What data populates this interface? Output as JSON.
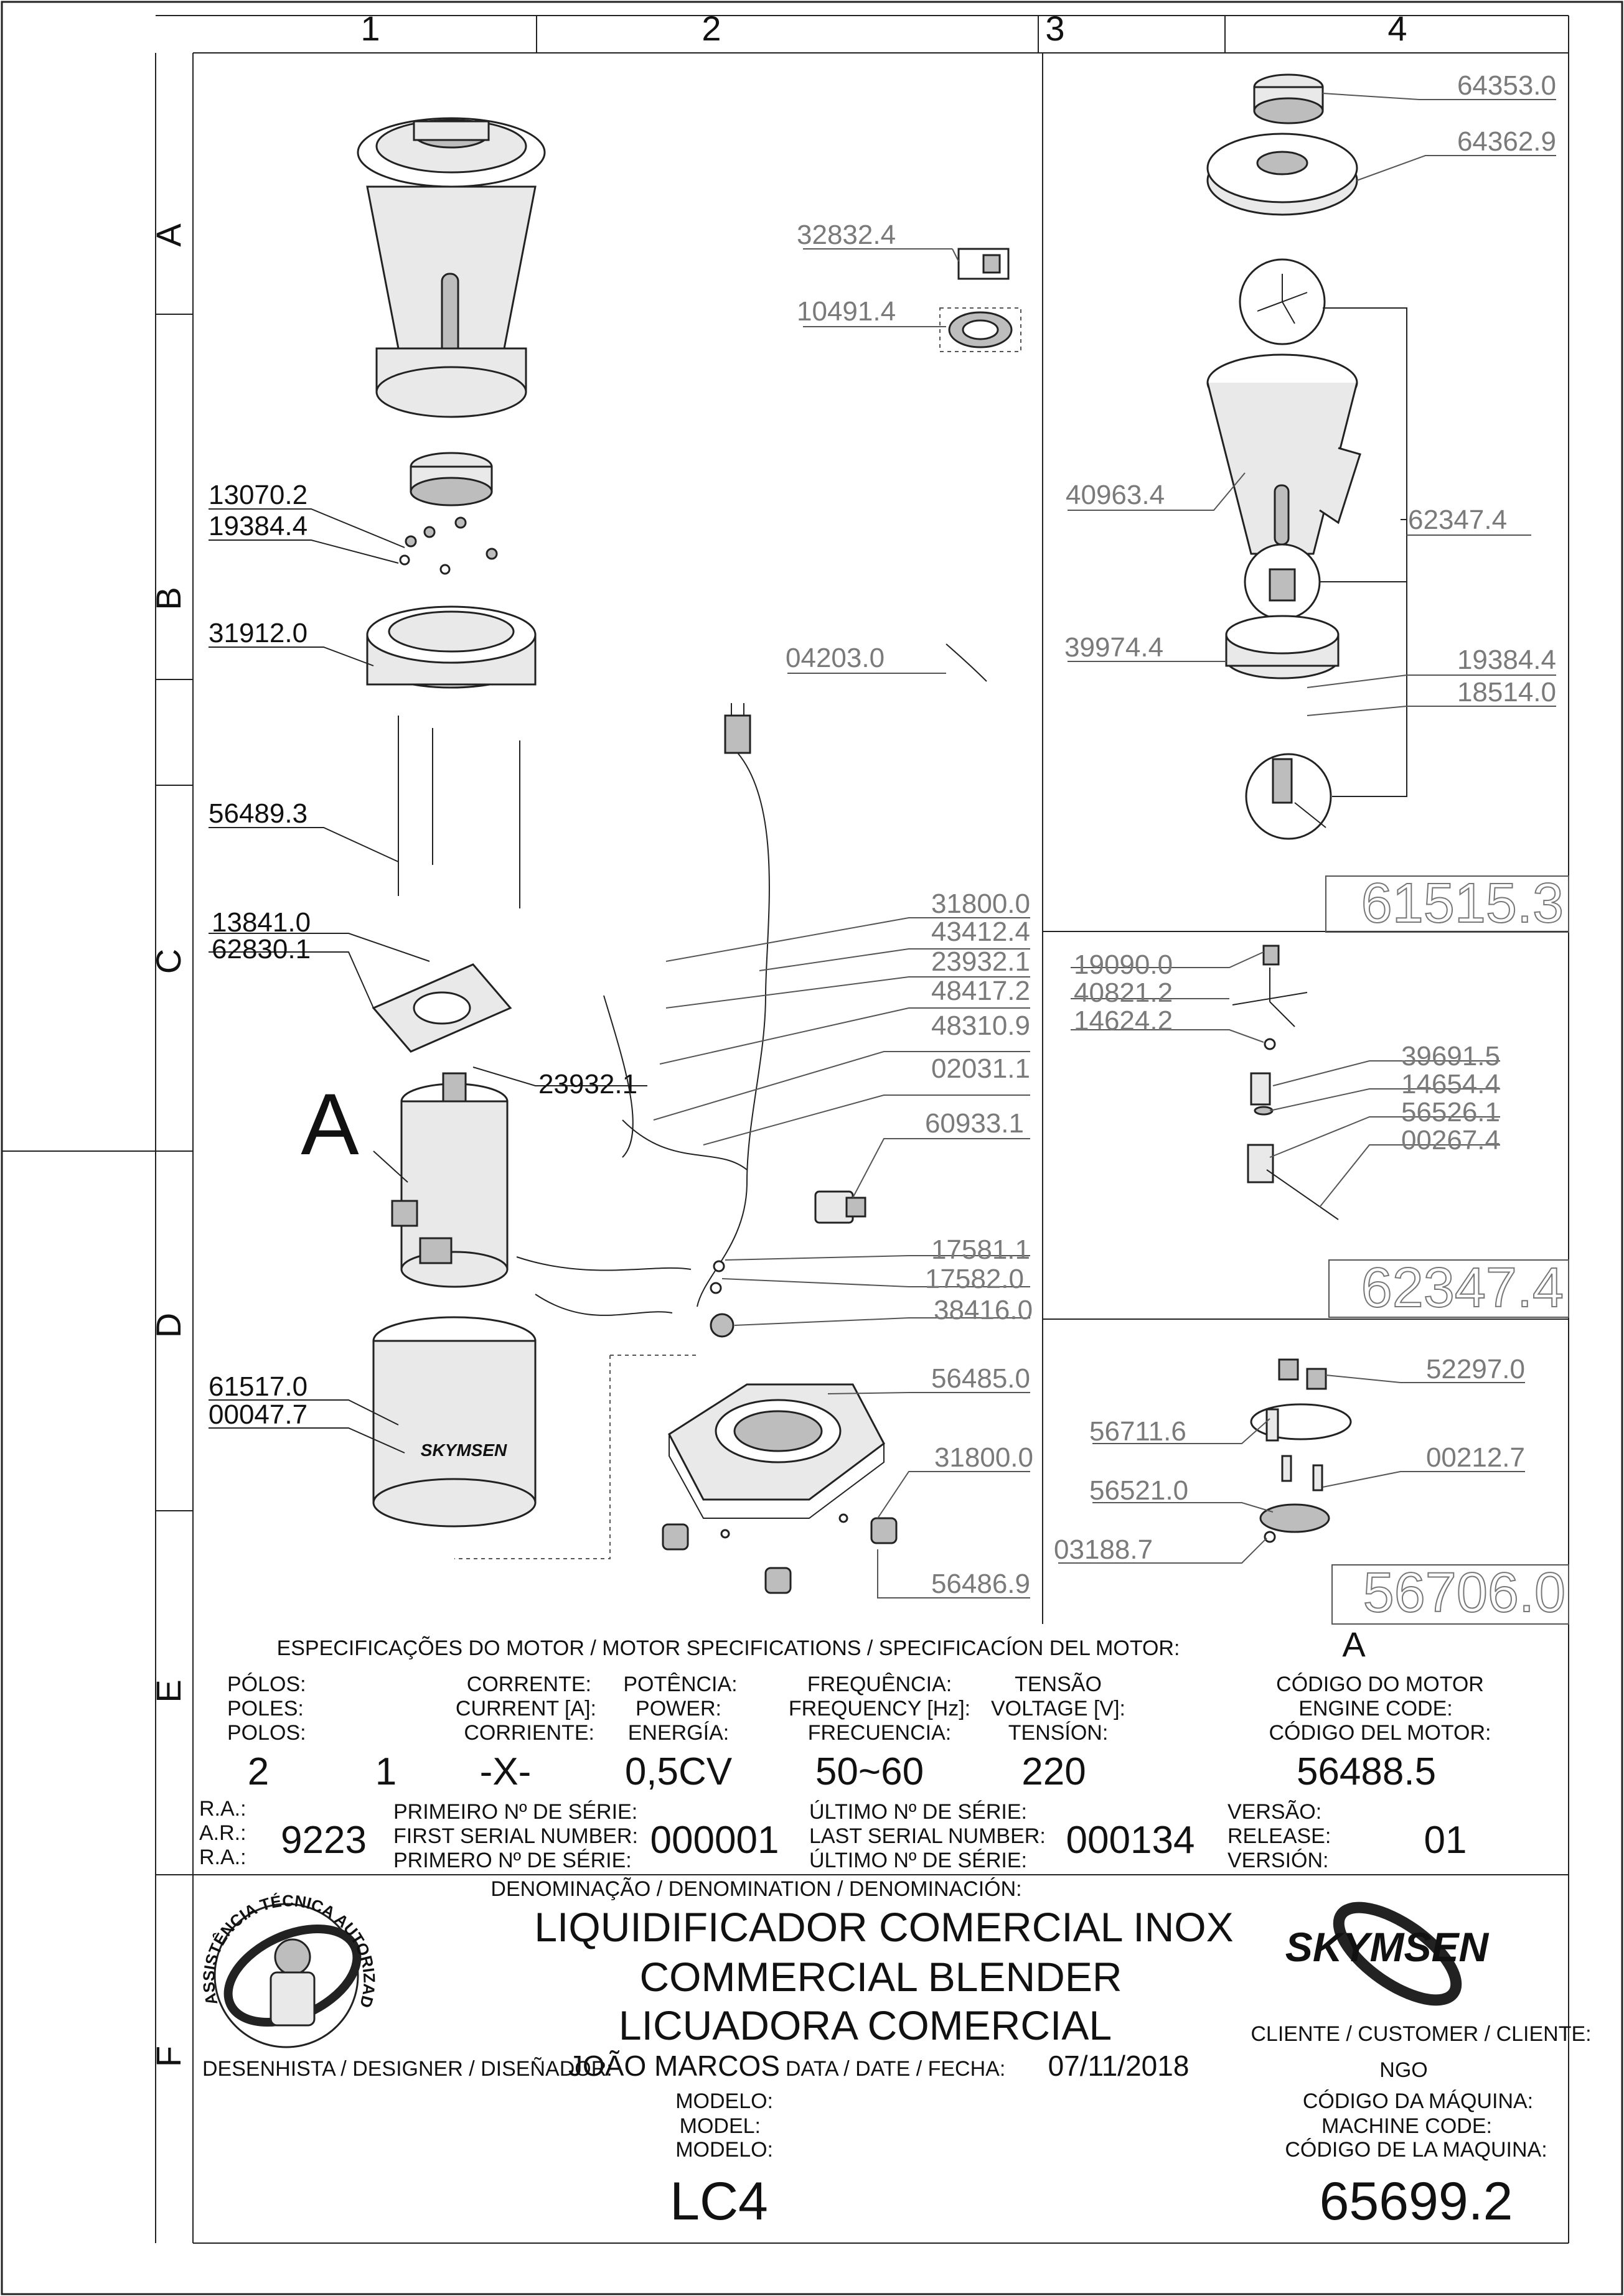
{
  "grid": {
    "columns": [
      "1",
      "2",
      "3",
      "4"
    ],
    "rows": [
      "A",
      "B",
      "C",
      "D",
      "E",
      "F"
    ]
  },
  "part_labels": [
    "64353.0",
    "64362.9",
    "32832.4",
    "10491.4",
    "40963.4",
    "62347.4",
    "13070.2",
    "19384.4",
    "31912.0",
    "04203.0",
    "39974.4",
    "19384.4",
    "18514.0",
    "56489.3",
    "61515.3",
    "31800.0",
    "43412.4",
    "23932.1",
    "48417.2",
    "13841.0",
    "62830.1",
    "48310.9",
    "23932.1",
    "02031.1",
    "19090.0",
    "40821.2",
    "14624.2",
    "39691.5",
    "14654.4",
    "56526.1",
    "00267.4",
    "60933.1",
    "17581.1",
    "17582.0",
    "38416.0",
    "62347.4",
    "61517.0",
    "00047.7",
    "56485.0",
    "52297.0",
    "56711.6",
    "31800.0",
    "00212.7",
    "56521.0",
    "03188.7",
    "56486.9",
    "56706.0"
  ],
  "motor_marker": "A",
  "motor_brand": "SKYMSEN",
  "specs": {
    "title": "ESPECIFICAÇÕES DO MOTOR / MOTOR SPECIFICATIONS / SPECIFICACÍON DEL MOTOR:",
    "engine_marker": "A",
    "headers": {
      "poles": [
        "PÓLOS:",
        "POLES:",
        "POLOS:"
      ],
      "current": [
        "CORRENTE:",
        "CURRENT [A]:",
        "CORRIENTE:"
      ],
      "power": [
        "POTÊNCIA:",
        "POWER:",
        "ENERGÍA:"
      ],
      "frequency": [
        "FREQUÊNCIA:",
        "FREQUENCY [Hz]:",
        "FRECUENCIA:"
      ],
      "voltage": [
        "TENSÃO",
        "VOLTAGE [V]:",
        "TENSÍON:"
      ],
      "engine_code": [
        "CÓDIGO DO MOTOR",
        "ENGINE CODE:",
        "CÓDIGO DEL MOTOR:"
      ]
    },
    "values": {
      "poles": "2",
      "current": "1",
      "power_a": "-X-",
      "power_b": "0,5CV",
      "frequency": "50~60",
      "voltage": "220",
      "engine_code": "56488.5"
    }
  },
  "serials": {
    "ra_labels": [
      "R.A.:",
      "A.R.:",
      "R.A.:"
    ],
    "ra_value": "9223",
    "first_labels": [
      "PRIMEIRO Nº DE SÉRIE:",
      "FIRST SERIAL NUMBER:",
      "PRIMERO Nº DE SÉRIE:"
    ],
    "first_value": "000001",
    "last_labels": [
      "ÚLTIMO Nº DE SÉRIE:",
      "LAST SERIAL NUMBER:",
      "ÚLTIMO Nº DE SÉRIE:"
    ],
    "last_value": "000134",
    "release_labels": [
      "VERSÃO:",
      "RELEASE:",
      "VERSIÓN:"
    ],
    "release_value": "01"
  },
  "denomination": {
    "label": "DENOMINAÇÃO / DENOMINATION / DENOMINACIÓN:",
    "lines": [
      "LIQUIDIFICADOR COMERCIAL INOX",
      "COMMERCIAL BLENDER",
      "LICUADORA COMERCIAL"
    ]
  },
  "designer": {
    "label": "DESENHISTA / DESIGNER / DISEÑADOR:",
    "value": "JOÃO MARCOS"
  },
  "date": {
    "label": "DATA / DATE / FECHA:",
    "value": "07/11/2018"
  },
  "model": {
    "labels": [
      "MODELO:",
      "MODEL:",
      "MODELO:"
    ],
    "value": "LC4"
  },
  "client": {
    "label": "CLIENTE / CUSTOMER / CLIENTE:",
    "value": "NGO"
  },
  "machine_code": {
    "labels": [
      "CÓDIGO DA MÁQUINA:",
      "MACHINE CODE:",
      "CÓDIGO DE LA MAQUINA:"
    ],
    "value": "65699.2"
  },
  "brand": "SKYMSEN",
  "seal_text": "ASSISTÊNCIA TÉCNICA AUTORIZADA"
}
